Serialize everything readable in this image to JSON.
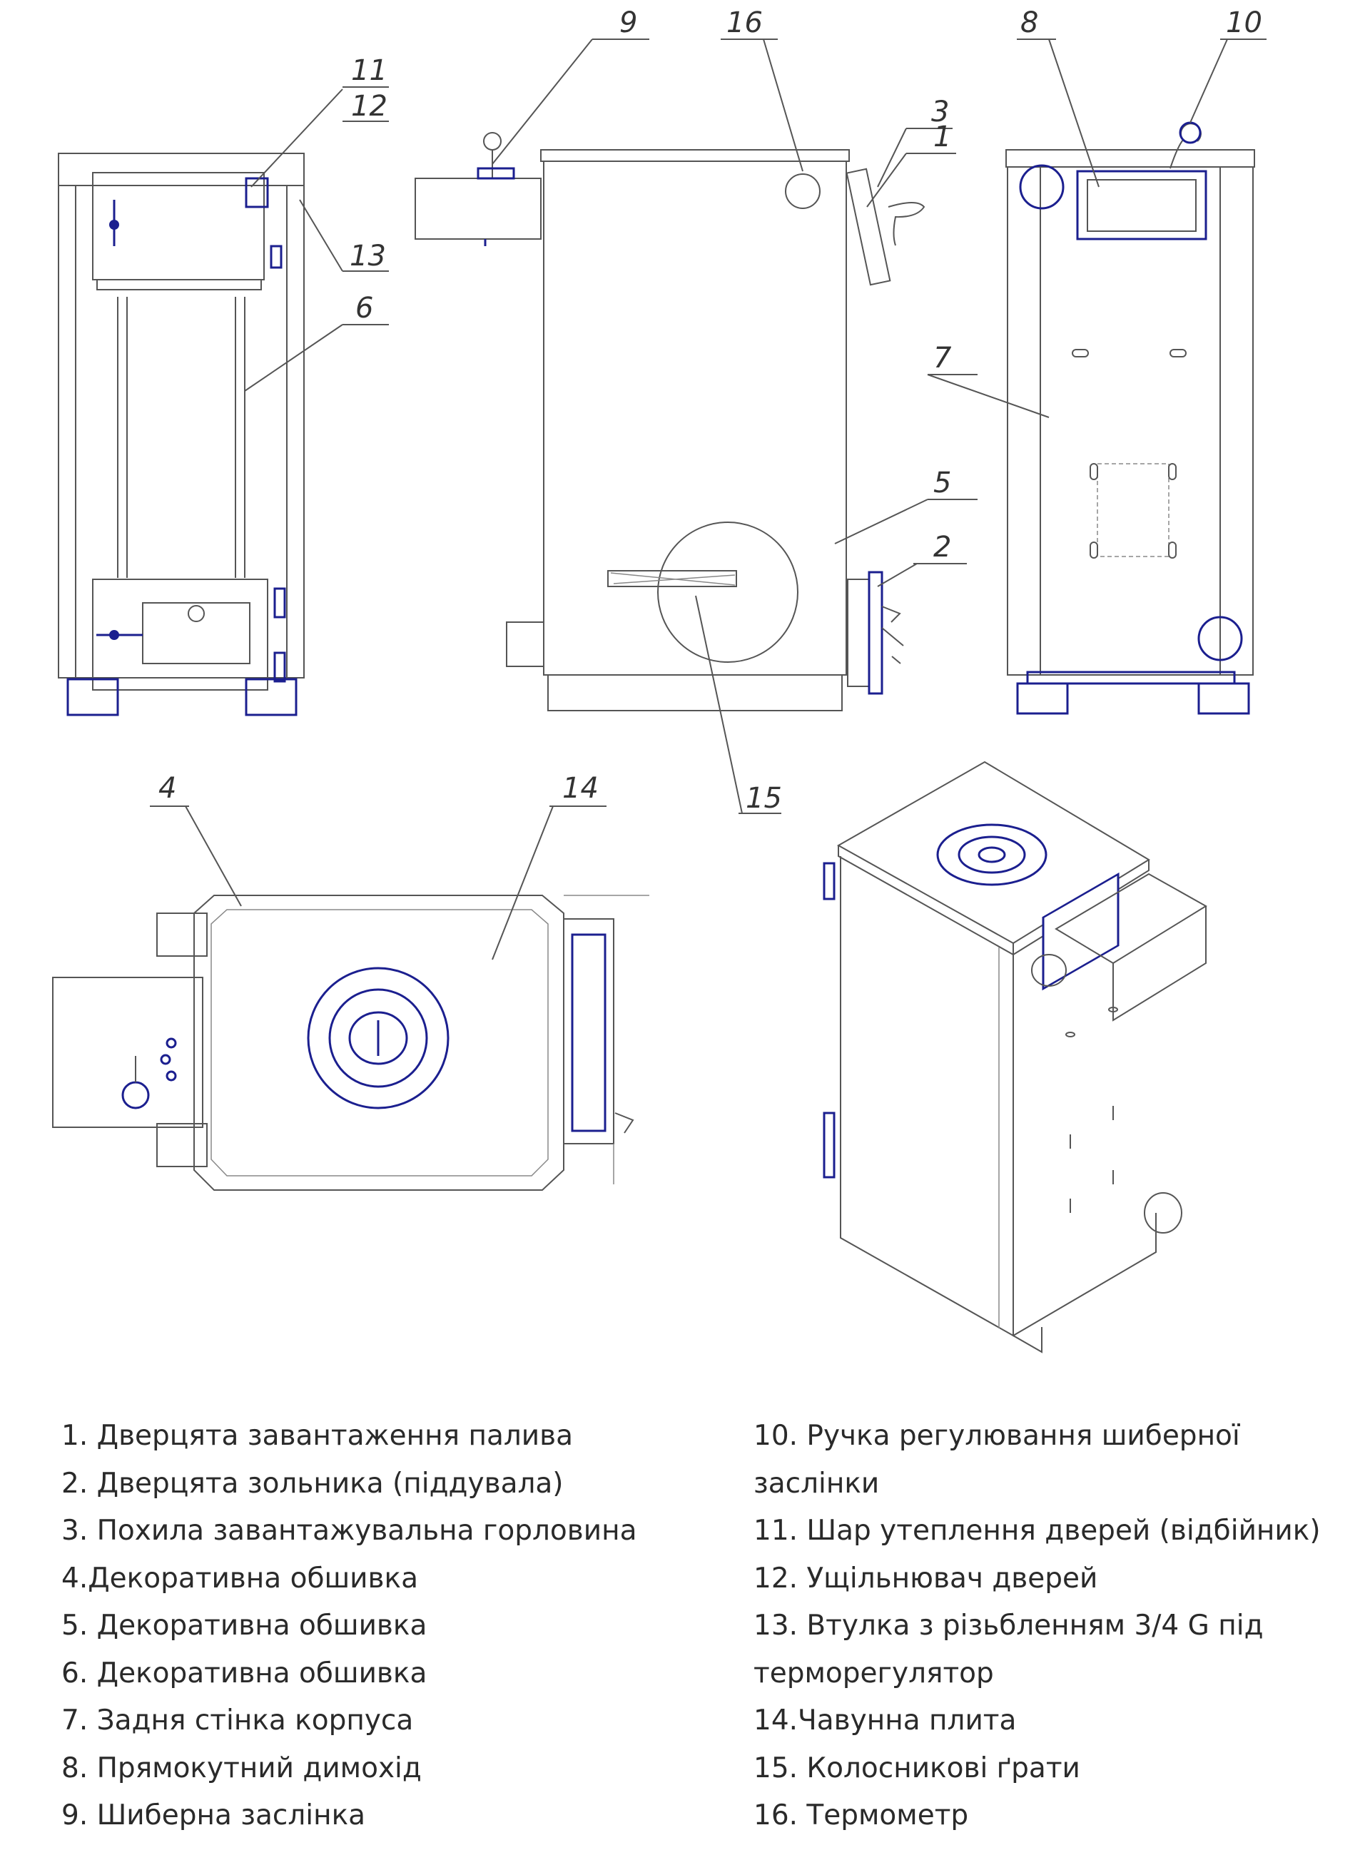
{
  "callouts": {
    "c1": "1",
    "c2": "2",
    "c3": "3",
    "c4": "4",
    "c5": "5",
    "c6": "6",
    "c7": "7",
    "c8": "8",
    "c9": "9",
    "c10": "10",
    "c11": "11",
    "c12": "12",
    "c13": "13",
    "c14": "14",
    "c15": "15",
    "c16": "16"
  },
  "legend": {
    "left": [
      "1. Дверцята завантаження палива",
      "2. Дверцята зольника (піддувала)",
      "3. Похила завантажувальна горловина",
      "4.Декоративна обшивка",
      "5. Декоративна обшивка",
      "6. Декоративна обшивка",
      "7. Задня стінка корпуса",
      "8. Прямокутний димохід",
      "9. Шиберна заслінка"
    ],
    "right": [
      "10. Ручка регулювання шиберної заслінки",
      "11. Шар утеплення дверей (відбійник)",
      "12. Ущільнювач дверей",
      "13. Втулка з різьбленням 3/4 G під терморегулятор",
      "14.Чавунна плита",
      "15. Колосникові ґрати",
      "16. Термометр"
    ]
  },
  "colors": {
    "outline": "#555555",
    "highlight": "#1b1f8f"
  }
}
